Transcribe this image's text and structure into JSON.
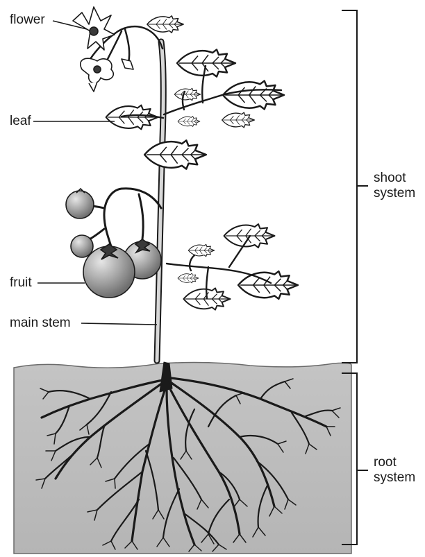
{
  "labels": {
    "flower": "flower",
    "leaf": "leaf",
    "fruit": "fruit",
    "main_stem": "main stem",
    "shoot_system": [
      "shoot",
      "system"
    ],
    "root_system": [
      "root",
      "system"
    ]
  },
  "colors": {
    "soil": "#bdbdbd",
    "line": "#1a1a1a",
    "fruit": "#a9a9a9",
    "leaf_fill": "#ffffff"
  }
}
